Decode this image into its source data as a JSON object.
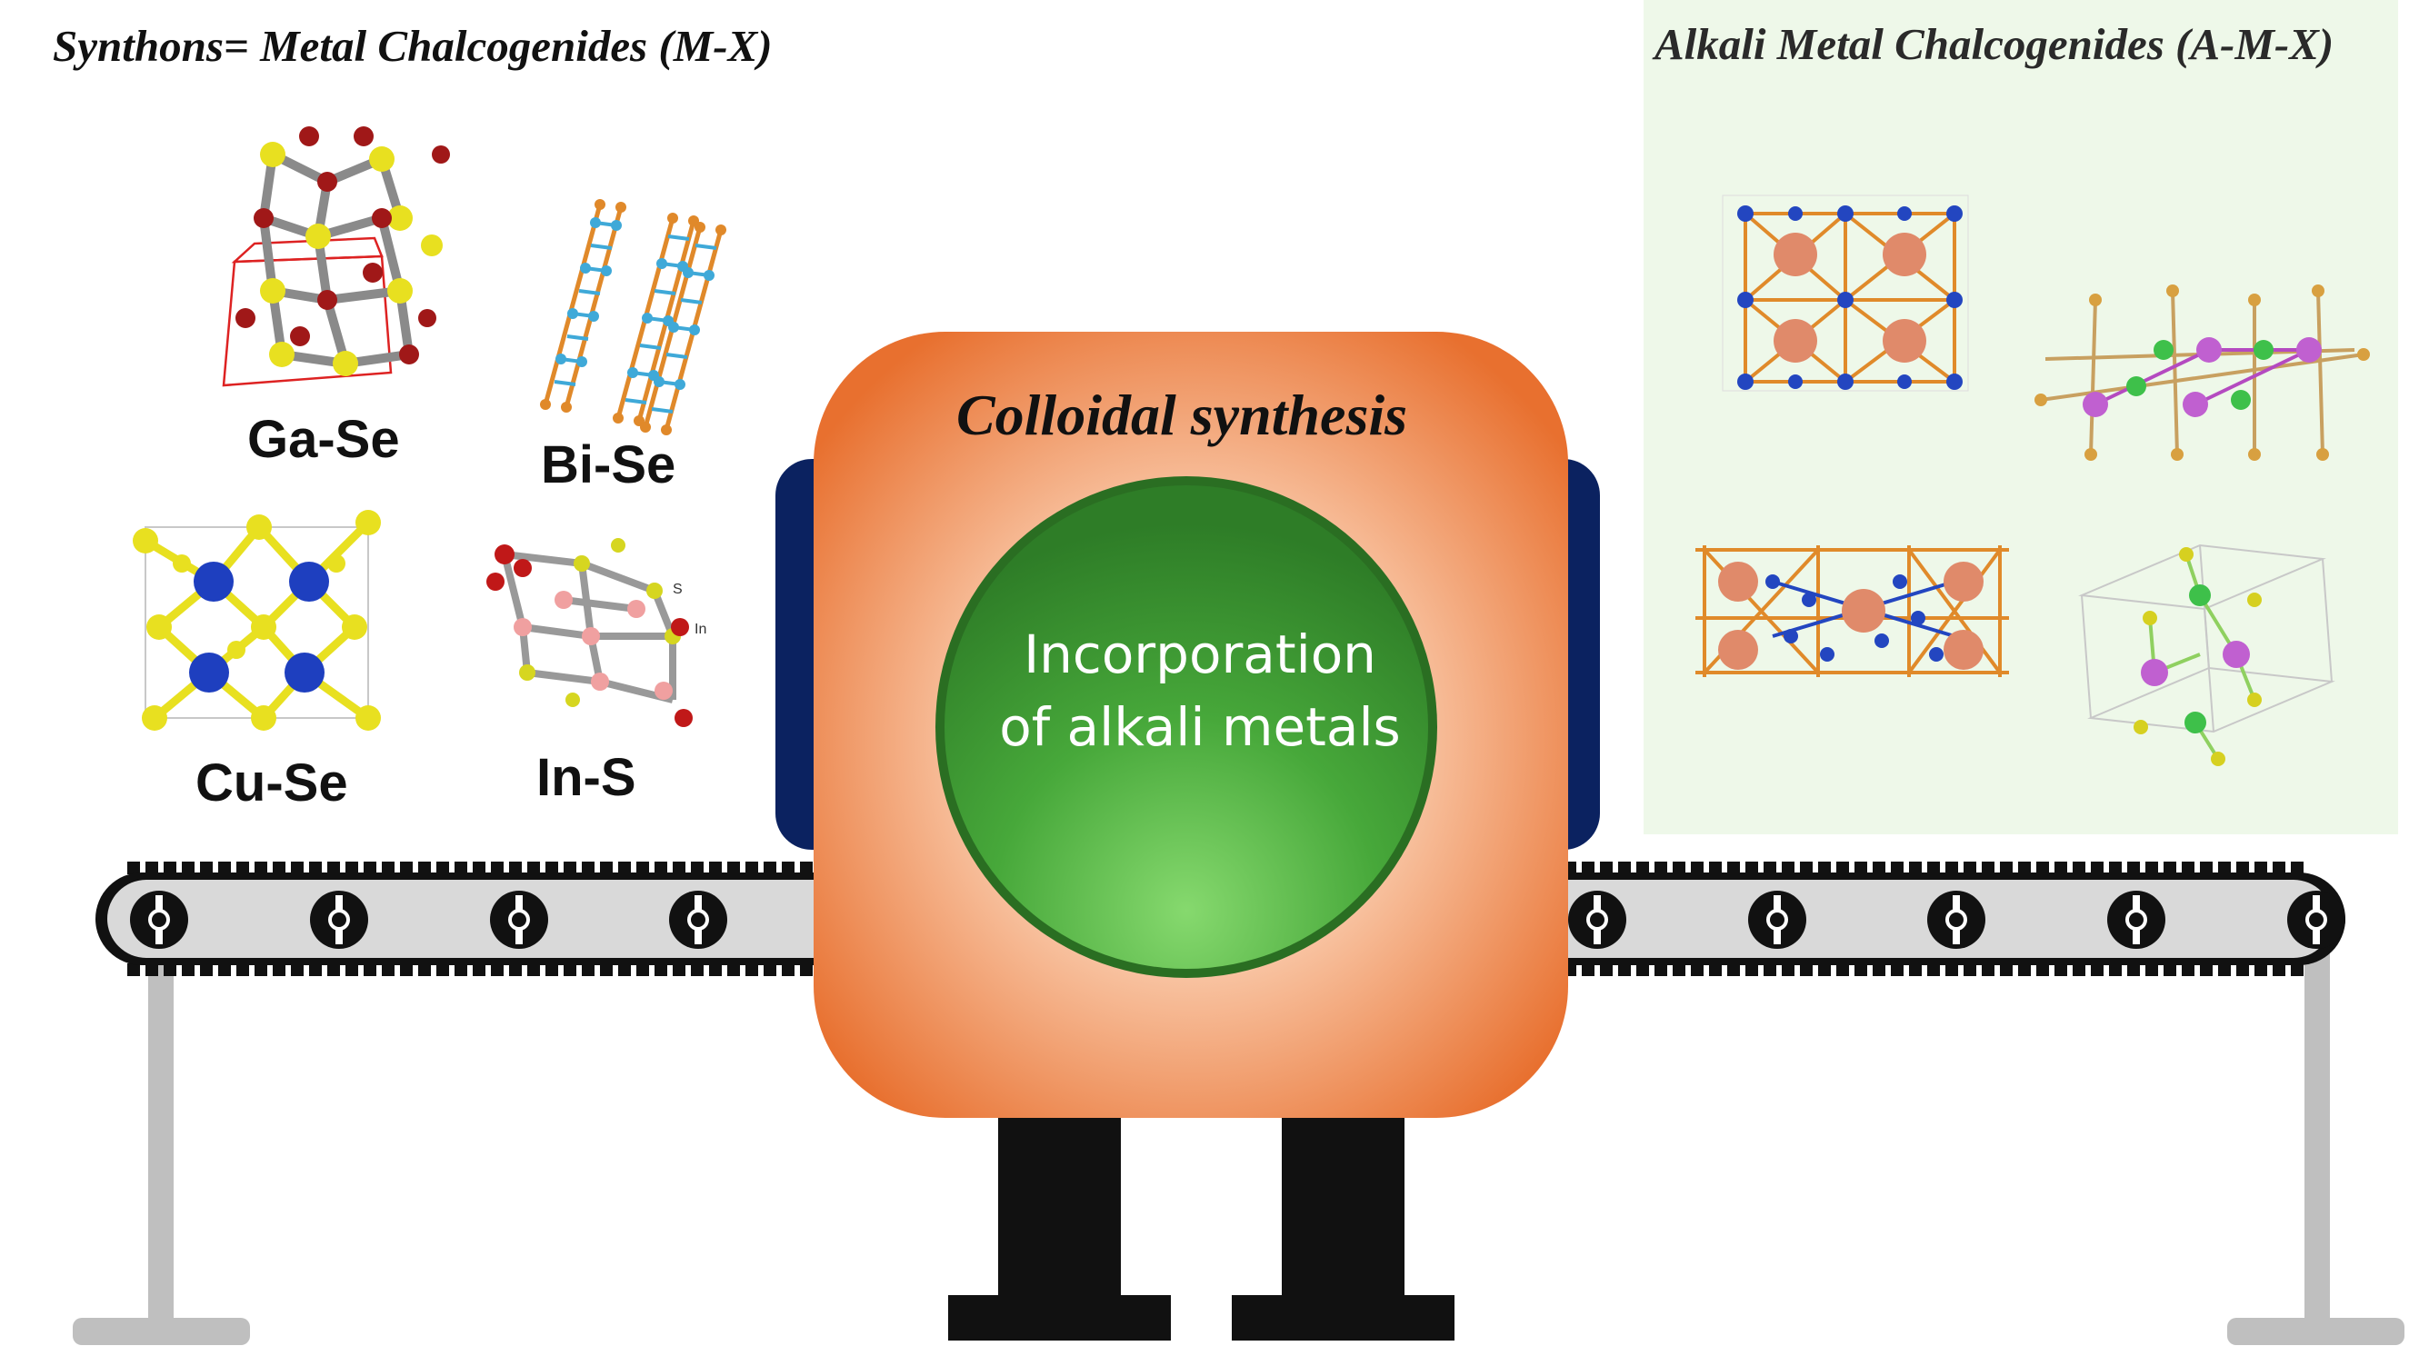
{
  "left_panel": {
    "title": "Synthons= Metal Chalcogenides (M-X)",
    "labels": [
      "Ga-Se",
      "Bi-Se",
      "Cu-Se",
      "In-S"
    ]
  },
  "right_panel": {
    "title": "Alkali Metal Chalcogenides (A-M-X)"
  },
  "machine": {
    "title": "Colloidal synthesis",
    "core_text": "Incorporation of alkali metals"
  },
  "structure_annotations": {
    "in_s_atoms": [
      "S",
      "In"
    ]
  },
  "colors": {
    "machine_orange": "#E8702F",
    "machine_glow": "#FBE3D6",
    "core_green": "#3E9A30",
    "side_panel_navy": "#0B2260",
    "belt_black": "#111111",
    "belt_gray": "#D9D9D9",
    "support_gray": "#BFBFBF",
    "right_panel_bg": "#EEF8E9"
  }
}
